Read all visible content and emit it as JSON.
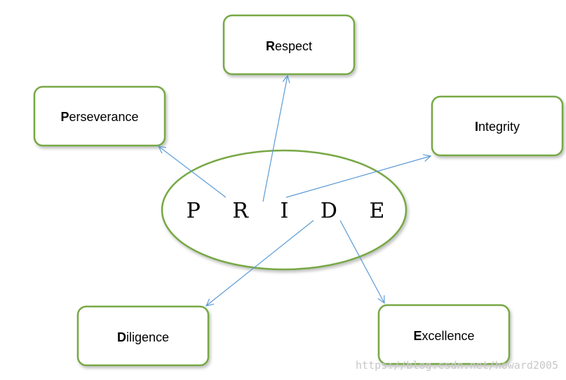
{
  "center": {
    "label": "P R I D E"
  },
  "values": [
    {
      "id": "respect",
      "initial": "R",
      "rest": "espect"
    },
    {
      "id": "perseverance",
      "initial": "P",
      "rest": "erseverance"
    },
    {
      "id": "integrity",
      "initial": "I",
      "rest": "ntegrity"
    },
    {
      "id": "diligence",
      "initial": "D",
      "rest": "iligence"
    },
    {
      "id": "excellence",
      "initial": "E",
      "rest": "xcellence"
    }
  ],
  "watermark": "https://blog.csdn.net/howard2005",
  "colors": {
    "border": "#77a845",
    "arrow": "#5b9bd5",
    "box_fill": "#ffffff"
  }
}
